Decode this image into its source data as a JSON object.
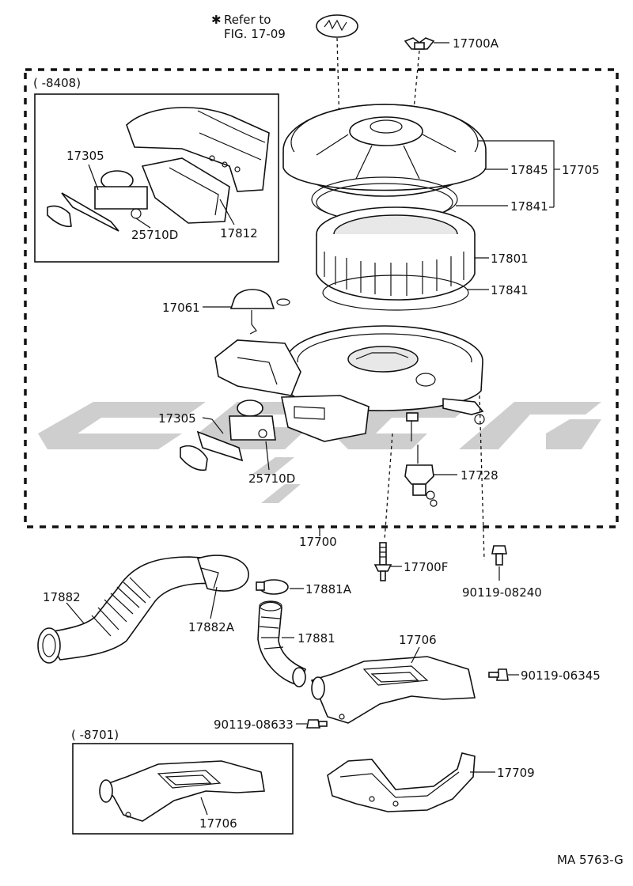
{
  "note": {
    "asterisk": "✱",
    "line1": "Refer to",
    "line2": "FIG. 17-09"
  },
  "groups": {
    "main_range": "(      -8408)",
    "lower_range": "(      -8701)"
  },
  "assembly_label": "17700",
  "labels": {
    "p17700A": "17700A",
    "p17845": "17845",
    "p17705": "17705",
    "p17841_upper": "17841",
    "p17801": "17801",
    "p17841_lower": "17841",
    "p17061": "17061",
    "p17305_inset": "17305",
    "p25710D_inset": "25710D",
    "p17812": "17812",
    "p17305_main": "17305",
    "p25710D_main": "25710D",
    "p17728": "17728",
    "p17700F": "17700F",
    "p90119_08240": "90119-08240",
    "p17882": "17882",
    "p17882A": "17882A",
    "p17881A": "17881A",
    "p17881": "17881",
    "p17706_main": "17706",
    "p90119_06345": "90119-06345",
    "p90119_08633": "90119-08633",
    "p17706_inset": "17706",
    "p17709": "17709"
  },
  "figure_code": "MA 5763-G",
  "watermark_icon": "brand-logo-watermark"
}
